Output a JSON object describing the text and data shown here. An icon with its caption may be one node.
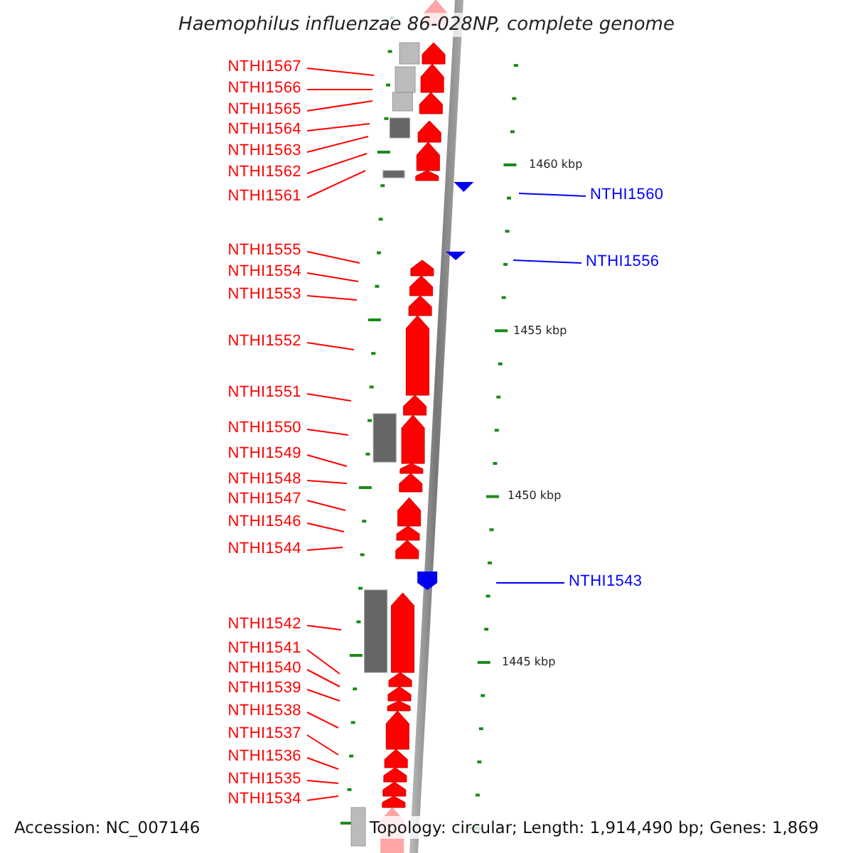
{
  "diagram": {
    "title": "Haemophilus influenzae 86-028NP, complete genome",
    "nodes": [
      {
        "text": [
          "NTHI1567"
        ]
      },
      {
        "text": [
          "NTHI1566"
        ]
      },
      {
        "text": [
          "NTHI1565"
        ]
      },
      {
        "text": [
          "NTHI1564"
        ]
      },
      {
        "text": [
          "NTHI1563"
        ]
      },
      {
        "text": [
          "NTHI1562"
        ]
      },
      {
        "text": [
          "NTHI1560"
        ]
      },
      {
        "text": [
          "NTHI1561"
        ]
      },
      {
        "text": [
          "NTHI1555"
        ]
      },
      {
        "text": [
          "NTHI1556"
        ]
      },
      {
        "text": [
          "NTHI1554"
        ]
      },
      {
        "text": [
          "NTHI1553"
        ]
      },
      {
        "text": [
          "NTHI1552"
        ]
      },
      {
        "text": [
          "NTHI1551"
        ]
      },
      {
        "text": [
          "NTHI1550"
        ]
      },
      {
        "text": [
          "NTHI1549"
        ]
      },
      {
        "text": [
          "NTHI1548"
        ]
      },
      {
        "text": [
          "NTHI1547"
        ]
      },
      {
        "text": [
          "NTHI1546"
        ]
      },
      {
        "text": [
          "NTHI1544"
        ]
      },
      {
        "text": [
          "NTHI1543"
        ]
      },
      {
        "text": [
          "NTHI1542"
        ]
      },
      {
        "text": [
          "NTHI1541"
        ]
      },
      {
        "text": [
          "NTHI1540"
        ]
      },
      {
        "text": [
          "NTHI1539"
        ]
      },
      {
        "text": [
          "NTHI1538"
        ]
      },
      {
        "text": [
          "NTHI1537"
        ]
      },
      {
        "text": [
          "NTHI1536"
        ]
      },
      {
        "text": [
          "NTHI1535"
        ]
      },
      {
        "text": [
          "NTHI1534"
        ]
      }
    ],
    "edges": [
      {
        "from": 0,
        "to": null,
        "arrow": "none"
      },
      {
        "from": 1,
        "to": null,
        "arrow": "none"
      },
      {
        "from": 2,
        "to": null,
        "arrow": "none"
      },
      {
        "from": 3,
        "to": null,
        "arrow": "none"
      },
      {
        "from": 4,
        "to": null,
        "arrow": "none"
      },
      {
        "from": 5,
        "to": null,
        "arrow": "none"
      },
      {
        "from": 6,
        "to": null,
        "arrow": "none",
        "color": "#0000ff"
      },
      {
        "from": 7,
        "to": null,
        "arrow": "none"
      },
      {
        "from": 8,
        "to": null,
        "arrow": "none"
      },
      {
        "from": 9,
        "to": null,
        "arrow": "none",
        "color": "#0000ff"
      },
      {
        "from": 10,
        "to": null,
        "arrow": "none"
      },
      {
        "from": 11,
        "to": null,
        "arrow": "none"
      },
      {
        "from": 12,
        "to": null,
        "arrow": "none"
      },
      {
        "from": 13,
        "to": null,
        "arrow": "none"
      },
      {
        "from": 14,
        "to": null,
        "arrow": "none"
      },
      {
        "from": 15,
        "to": null,
        "arrow": "none"
      },
      {
        "from": 16,
        "to": null,
        "arrow": "none"
      },
      {
        "from": 17,
        "to": null,
        "arrow": "none"
      },
      {
        "from": 18,
        "to": null,
        "arrow": "none"
      },
      {
        "from": 19,
        "to": null,
        "arrow": "none"
      },
      {
        "from": 20,
        "to": null,
        "arrow": "none",
        "color": "#0000ff"
      },
      {
        "from": 21,
        "to": null,
        "arrow": "none"
      },
      {
        "from": 22,
        "to": null,
        "arrow": "none"
      },
      {
        "from": 23,
        "to": null,
        "arrow": "none"
      },
      {
        "from": 24,
        "to": null,
        "arrow": "none"
      },
      {
        "from": 25,
        "to": null,
        "arrow": "none"
      },
      {
        "from": 26,
        "to": null,
        "arrow": "none"
      },
      {
        "from": 27,
        "to": null,
        "arrow": "none"
      },
      {
        "from": 28,
        "to": null,
        "arrow": "none"
      },
      {
        "from": 29,
        "to": null,
        "arrow": "none"
      }
    ],
    "labels": [
      "1460 kbp",
      "1455 kbp",
      "1450 kbp",
      "1445 kbp",
      "Accession: NC_007146",
      "Topology: circular; Length: 1,914,490 bp; Genes: 1,869"
    ]
  }
}
